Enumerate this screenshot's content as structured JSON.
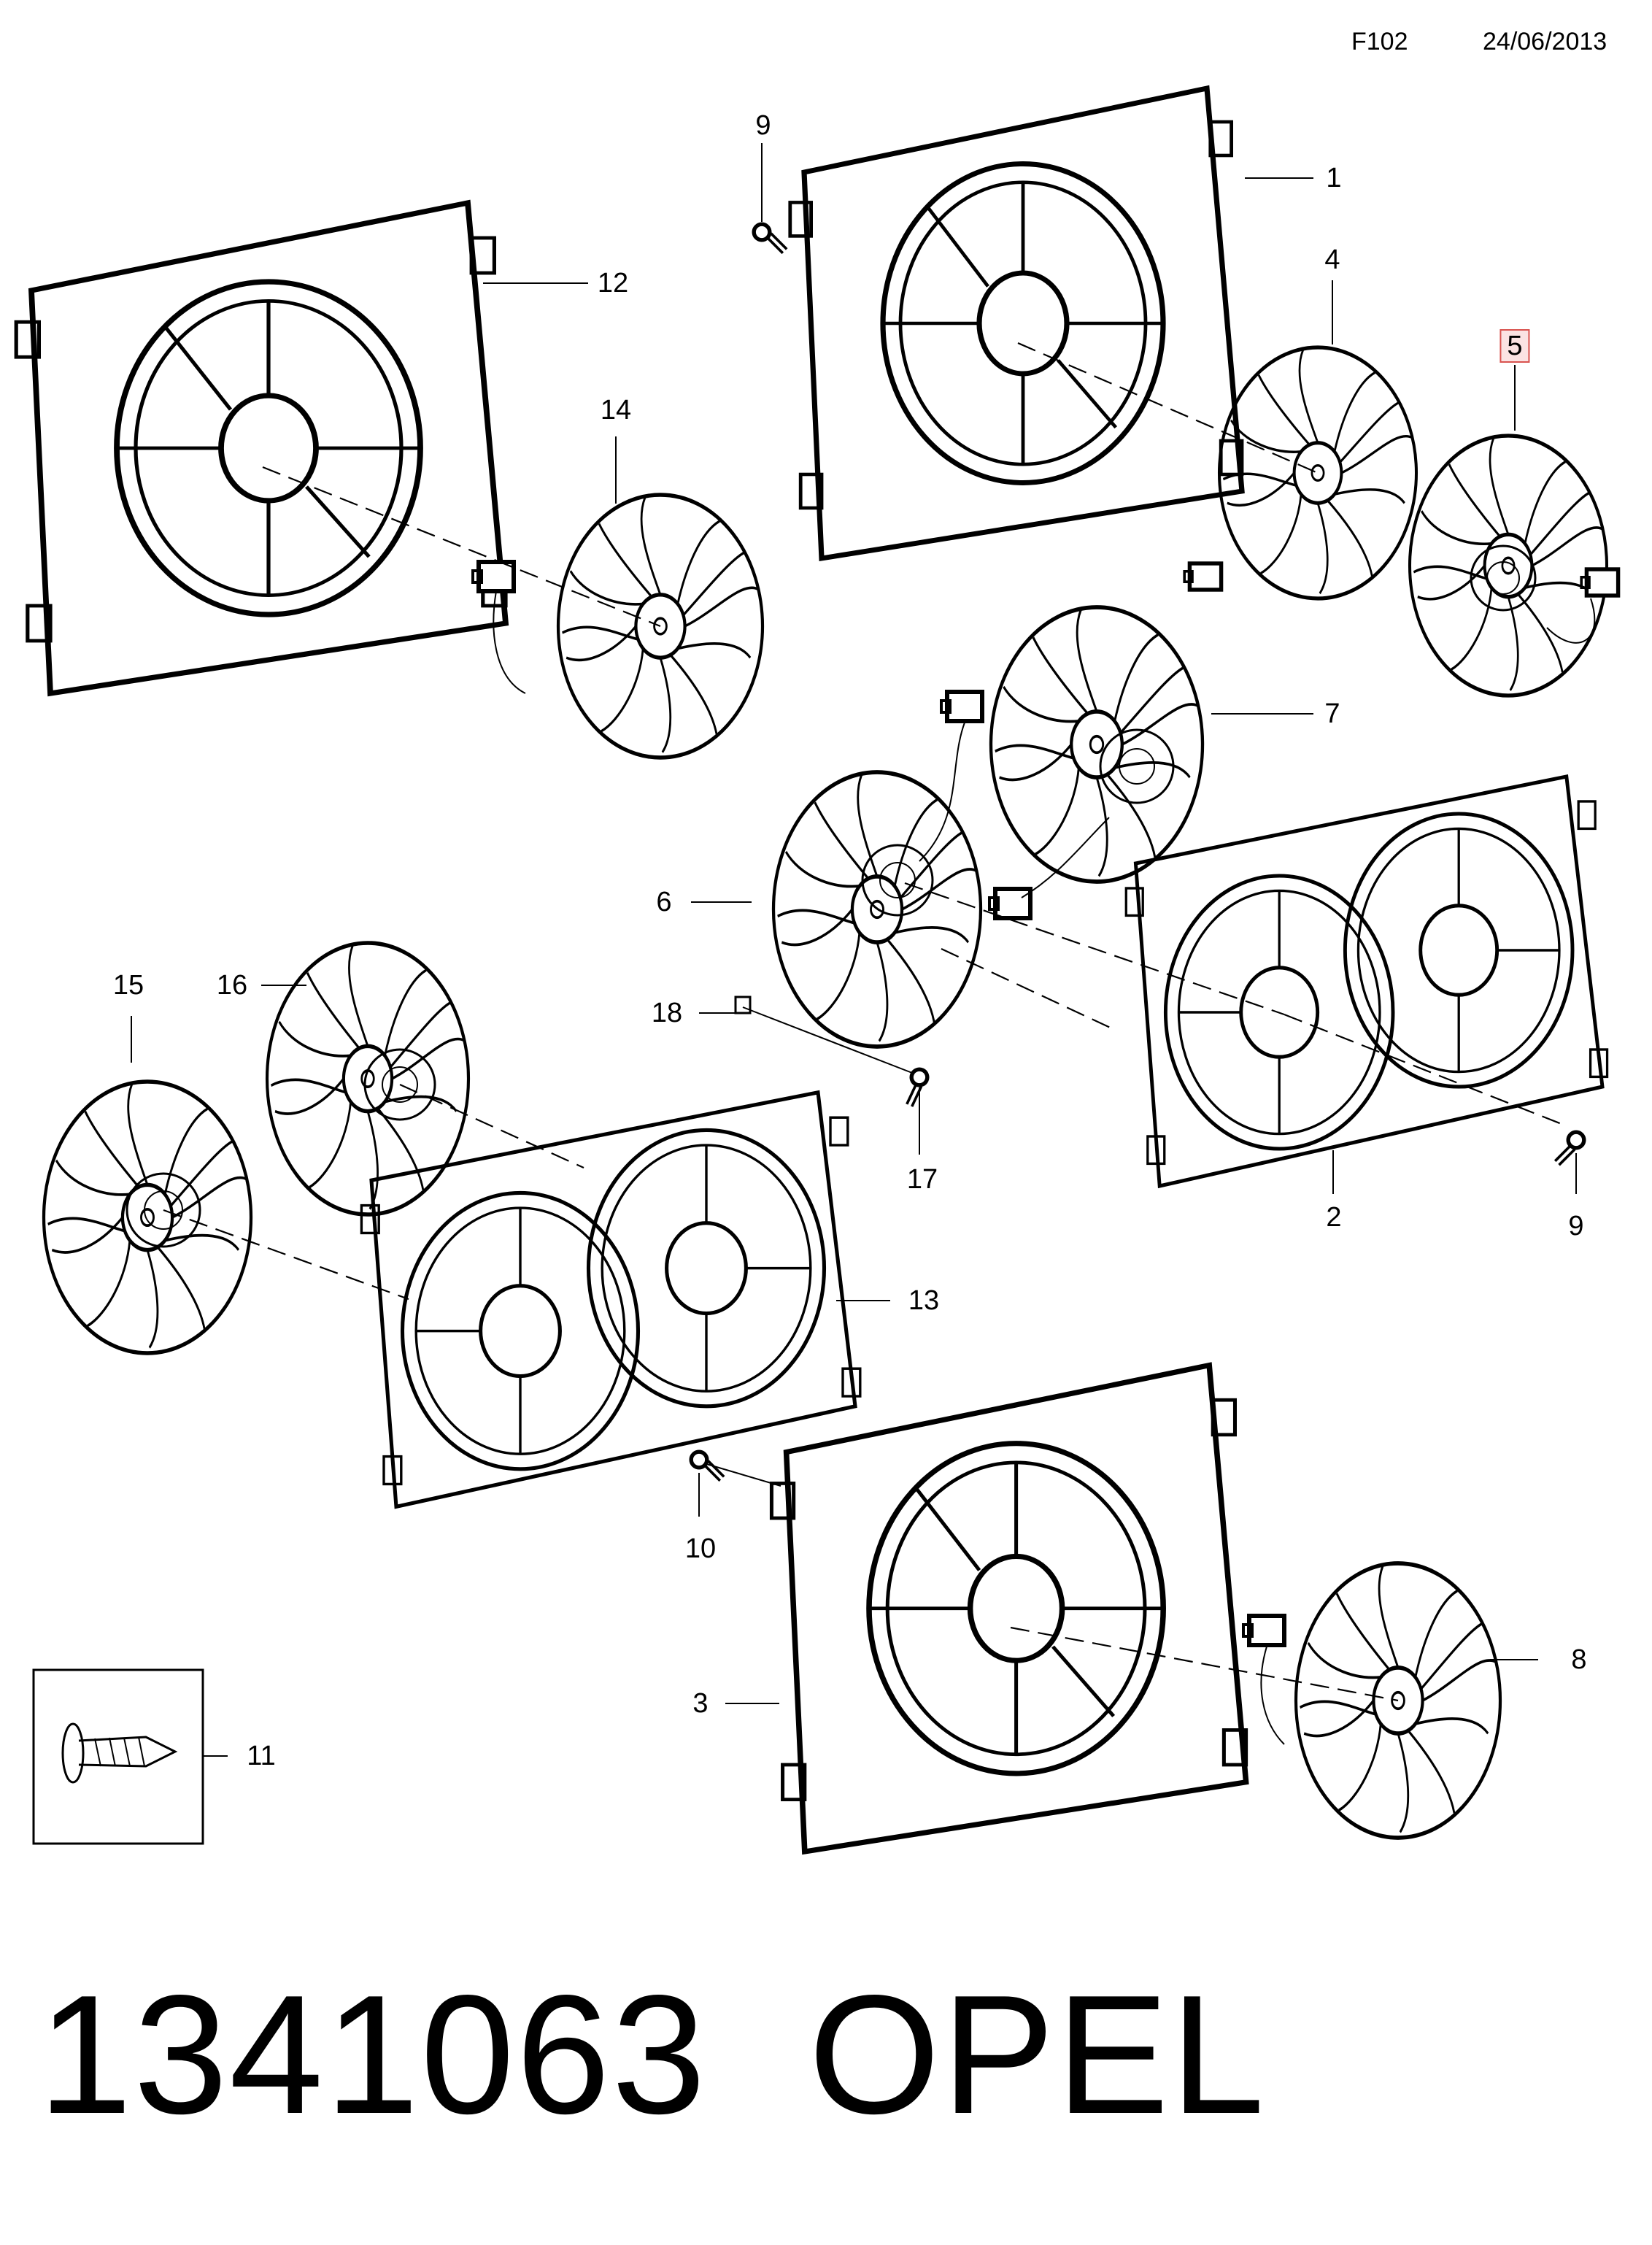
{
  "header": {
    "figure_code": "F102",
    "date": "24/06/2013"
  },
  "callouts": [
    {
      "id": "c1",
      "text": "1"
    },
    {
      "id": "c2",
      "text": "2"
    },
    {
      "id": "c3",
      "text": "3"
    },
    {
      "id": "c4",
      "text": "4"
    },
    {
      "id": "c5",
      "text": "5",
      "highlighted": true,
      "highlight_color": "#d9534f"
    },
    {
      "id": "c6",
      "text": "6"
    },
    {
      "id": "c7",
      "text": "7"
    },
    {
      "id": "c8",
      "text": "8"
    },
    {
      "id": "c9a",
      "text": "9"
    },
    {
      "id": "c9b",
      "text": "9"
    },
    {
      "id": "c10",
      "text": "10"
    },
    {
      "id": "c11",
      "text": "11"
    },
    {
      "id": "c12",
      "text": "12"
    },
    {
      "id": "c13",
      "text": "13"
    },
    {
      "id": "c14",
      "text": "14"
    },
    {
      "id": "c15",
      "text": "15"
    },
    {
      "id": "c16",
      "text": "16"
    },
    {
      "id": "c17",
      "text": "17"
    },
    {
      "id": "c18",
      "text": "18"
    }
  ],
  "footer": {
    "part_number": "1341063",
    "brand": "OPEL"
  }
}
